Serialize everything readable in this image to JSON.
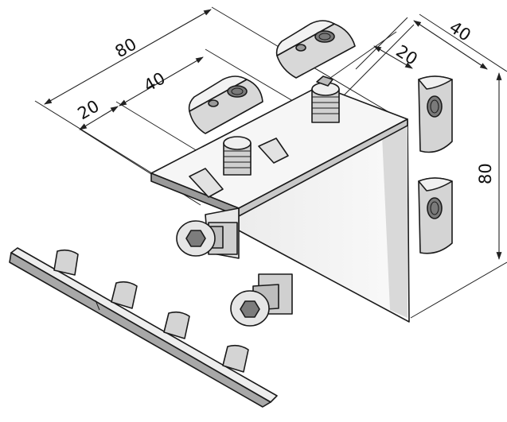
{
  "dimensions": {
    "top_overall": "80",
    "top_inner": "40",
    "top_left_offset": "20",
    "right_depth": "40",
    "right_offset": "20",
    "right_height": "80"
  },
  "colors": {
    "line": "#1a1a1a",
    "light_face": "#f4f4f4",
    "mid_face": "#dcdcdc",
    "dark_face": "#b8b8b8",
    "shadow": "#8a8a8a"
  }
}
